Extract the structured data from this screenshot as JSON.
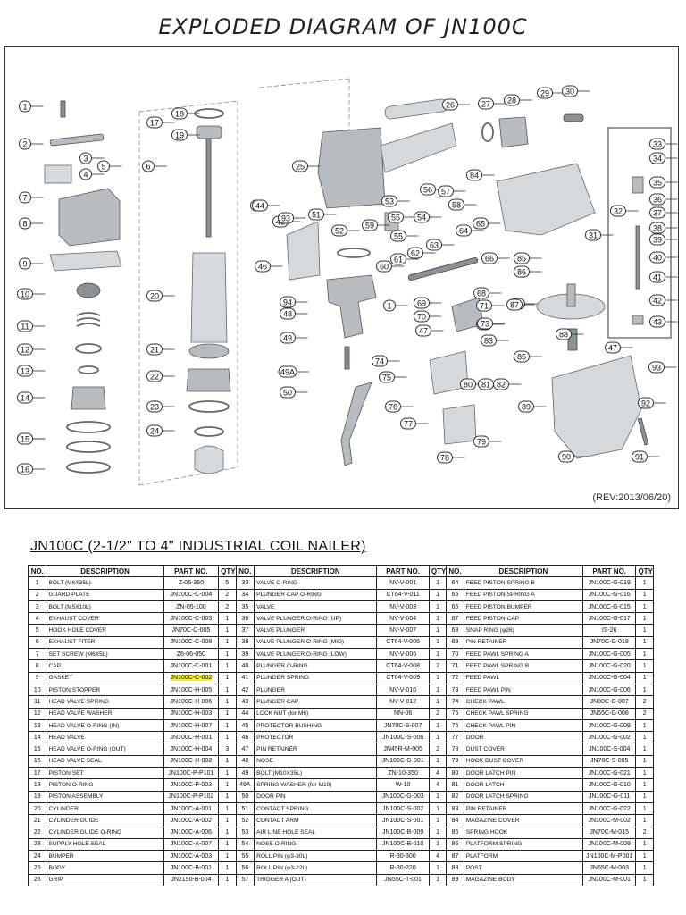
{
  "title": "EXPLODED DIAGRAM OF JN100C",
  "diagram": {
    "revision": "(REV:2013/06/20)",
    "callouts": [
      "1",
      "2",
      "3",
      "4",
      "5",
      "6",
      "7",
      "8",
      "9",
      "10",
      "11",
      "12",
      "13",
      "14",
      "15",
      "15",
      "16",
      "17",
      "18",
      "19",
      "20",
      "21",
      "22",
      "23",
      "24",
      "25",
      "26",
      "27",
      "28",
      "29",
      "30",
      "31",
      "32",
      "33",
      "34",
      "35",
      "36",
      "37",
      "38",
      "39",
      "40",
      "41",
      "42",
      "43",
      "44",
      "44",
      "45",
      "46",
      "47",
      "47",
      "48",
      "49",
      "49A",
      "50",
      "51",
      "52",
      "53",
      "54",
      "55",
      "55",
      "56",
      "57",
      "58",
      "59",
      "60",
      "61",
      "62",
      "63",
      "64",
      "65",
      "66",
      "67",
      "68",
      "69",
      "70",
      "71",
      "72",
      "73",
      "74",
      "75",
      "76",
      "77",
      "78",
      "79",
      "80",
      "81",
      "82",
      "83",
      "84",
      "85",
      "85",
      "86",
      "87",
      "88",
      "89",
      "90",
      "91",
      "92",
      "93",
      "93",
      "94",
      "1"
    ]
  },
  "table": {
    "heading": "JN100C (2-1/2\" TO 4\" INDUSTRIAL COIL NAILER)",
    "headers": [
      "NO.",
      "DESCRIPTION",
      "PART NO.",
      "QTY"
    ],
    "rows": [
      [
        [
          "1",
          "BOLT (M6X35L)",
          "Z-06-350",
          "5"
        ],
        [
          "33",
          "VALVE O-RING",
          "NV-V-001",
          "1"
        ],
        [
          "64",
          "FEED PISTON SPRING B",
          "JN100C-G-019",
          "1"
        ]
      ],
      [
        [
          "2",
          "GUARD PLATE",
          "JN100C-C-004",
          "2"
        ],
        [
          "34",
          "PLUNGER CAP O-RING",
          "CT64-V-011",
          "1"
        ],
        [
          "65",
          "FEED PISTON SPRING A",
          "JN100C-G-016",
          "1"
        ]
      ],
      [
        [
          "3",
          "BOLT (M5X10L)",
          "ZN-05-100",
          "2"
        ],
        [
          "35",
          "VALVE",
          "NV-V-003",
          "1"
        ],
        [
          "66",
          "FEED PISTON BUMPER",
          "JN100C-G-015",
          "1"
        ]
      ],
      [
        [
          "4",
          "EXHAUST COVER",
          "JN100C-C-003",
          "1"
        ],
        [
          "36",
          "VALVE PLUNGER O-RING (UP)",
          "NV-V-004",
          "1"
        ],
        [
          "67",
          "FEED PISTON CAP",
          "JN100C-G-017",
          "1"
        ]
      ],
      [
        [
          "5",
          "HOOK HOLE COVER",
          "JN70C-C-005",
          "1"
        ],
        [
          "37",
          "VALVE PLUNGER",
          "NV-V-007",
          "1"
        ],
        [
          "68",
          "SNAP RING (φ26)",
          "IS-26",
          "1"
        ]
      ],
      [
        [
          "6",
          "EXHAUST FITER",
          "JN100C-C-008",
          "1"
        ],
        [
          "38",
          "VALVE PLUNGER O-RING (MID)",
          "CT64-V-005",
          "1"
        ],
        [
          "69",
          "PIN RETAINER",
          "JN70C-G-018",
          "1"
        ]
      ],
      [
        [
          "7",
          "SET SCREW (M6X5L)",
          "Z6-06-050",
          "1"
        ],
        [
          "39",
          "VALVE PLUNGER O-RING (LOW)",
          "NV-V-006",
          "1"
        ],
        [
          "70",
          "FEED PAWL SPRING A",
          "JN100C-G-005",
          "1"
        ]
      ],
      [
        [
          "8",
          "CAP",
          "JN100C-C-001",
          "1"
        ],
        [
          "40",
          "PLUNGER O-RING",
          "CT64-V-008",
          "2"
        ],
        [
          "71",
          "FEED PAWL SPRING B",
          "JN100C-G-020",
          "1"
        ]
      ],
      [
        [
          "9",
          "GASKET",
          "JN100C-C-002",
          "1"
        ],
        [
          "41",
          "PLUNGER SPRING",
          "CT64-V-009",
          "1"
        ],
        [
          "72",
          "FEED PAWL",
          "JN100C-G-004",
          "1"
        ]
      ],
      [
        [
          "10",
          "PISTON STOPPER",
          "JN100C-H-005",
          "1"
        ],
        [
          "42",
          "PLUNGER",
          "NV-V-010",
          "1"
        ],
        [
          "73",
          "FEED PAWL PIN",
          "JN100C-G-006",
          "1"
        ]
      ],
      [
        [
          "11",
          "HEAD VALVE SPRING",
          "JN100C-H-006",
          "1"
        ],
        [
          "43",
          "PLUNGER CAP",
          "NV-V-012",
          "1"
        ],
        [
          "74",
          "CHECK PAWL",
          "JN80C-G-007",
          "2"
        ]
      ],
      [
        [
          "12",
          "HEAD VALVE WASHER",
          "JN100C-H-003",
          "1"
        ],
        [
          "44",
          "LOCK NUT (for M6)",
          "NN-06",
          "2"
        ],
        [
          "75",
          "CHECK PAWL SPRING",
          "JN55C-G-008",
          "2"
        ]
      ],
      [
        [
          "13",
          "HEAD VALVE O-RING (IN)",
          "JN100C-H-007",
          "1"
        ],
        [
          "45",
          "PROTECTOR BUSHING",
          "JN70C-S-007",
          "1"
        ],
        [
          "76",
          "CHECK PAWL PIN",
          "JN100C-G-009",
          "1"
        ]
      ],
      [
        [
          "14",
          "HEAD VALVE",
          "JN100C-H-001",
          "1"
        ],
        [
          "46",
          "PROTECTOR",
          "JN100C-S-006",
          "1"
        ],
        [
          "77",
          "DOOR",
          "JN100C-G-002",
          "1"
        ]
      ],
      [
        [
          "15",
          "HEAD VALVE O-RING (OUT)",
          "JN100C-H-004",
          "3"
        ],
        [
          "47",
          "PIN RETAINER",
          "JN45R-M-005",
          "2"
        ],
        [
          "78",
          "DUST COVER",
          "JN100C-S-004",
          "1"
        ]
      ],
      [
        [
          "16",
          "HEAD VALVE SEAL",
          "JN100C-H-002",
          "1"
        ],
        [
          "48",
          "NOSE",
          "JN100C-G-001",
          "1"
        ],
        [
          "79",
          "HOOK DUST COVER",
          "JN70C-S-005",
          "1"
        ]
      ],
      [
        [
          "17",
          "PISTON SET",
          "JN100C-P-P101",
          "1"
        ],
        [
          "49",
          "BOLT (M10X35L)",
          "ZN-10-350",
          "4"
        ],
        [
          "80",
          "DOOR LATCH PIN",
          "JN100C-G-021",
          "1"
        ]
      ],
      [
        [
          "18",
          "PISTON O-RING",
          "JN100C-P-003",
          "1"
        ],
        [
          "49A",
          "SPRING WASHER (for M10)",
          "W-10",
          "4"
        ],
        [
          "81",
          "DOOR LATCH",
          "JN100C-G-010",
          "1"
        ]
      ],
      [
        [
          "19",
          "PISTON ASSEMBLY",
          "JN100C-P-P102",
          "1"
        ],
        [
          "50",
          "DOOR PIN",
          "JN100C-G-003",
          "1"
        ],
        [
          "82",
          "DOOR LATCH SPRING",
          "JN100C-G-011",
          "1"
        ]
      ],
      [
        [
          "20",
          "CYLINDER",
          "JN100C-A-001",
          "1"
        ],
        [
          "51",
          "CONTACT SPRING",
          "JN100C-S-002",
          "1"
        ],
        [
          "83",
          "PIN RETAINER",
          "JN100C-G-022",
          "1"
        ]
      ],
      [
        [
          "21",
          "CYLINDER GUIDE",
          "JN100C-A-002",
          "1"
        ],
        [
          "52",
          "CONTACT ARM",
          "JN100C-S-001",
          "1"
        ],
        [
          "84",
          "MAGAZINE COVER",
          "JN100C-M-002",
          "1"
        ]
      ],
      [
        [
          "22",
          "CYLINDER GUIDE O-RING",
          "JN100C-A-006",
          "1"
        ],
        [
          "53",
          "AIR LINE HOLE SEAL",
          "JN100C-B-009",
          "1"
        ],
        [
          "85",
          "SPRING HOOK",
          "JN70C-M-015",
          "2"
        ]
      ],
      [
        [
          "23",
          "SUPPLY HOLE SEAL",
          "JN100C-A-007",
          "1"
        ],
        [
          "54",
          "NOSE O-RING",
          "JN100C-B-010",
          "1"
        ],
        [
          "86",
          "PLATFORM SPRING",
          "JN100C-M-009",
          "1"
        ]
      ],
      [
        [
          "24",
          "BUMPER",
          "JN100C-A-003",
          "1"
        ],
        [
          "55",
          "ROLL PIN (φ3-30L)",
          "R-30-300",
          "4"
        ],
        [
          "87",
          "PLATFORM",
          "JN100C-M-P001",
          "1"
        ]
      ],
      [
        [
          "25",
          "BODY",
          "JN100C-B-001",
          "1"
        ],
        [
          "56",
          "ROLL PIN (φ3-22L)",
          "R-30-220",
          "1"
        ],
        [
          "88",
          "POST",
          "JN55C-M-003",
          "1"
        ]
      ],
      [
        [
          "26",
          "GRIP",
          "JN2190-B-004",
          "1"
        ],
        [
          "57",
          "TRIGGER A (OUT)",
          "JN55C-T-001",
          "1"
        ],
        [
          "89",
          "MAGAZINE BODY",
          "JN100C-M-001",
          "1"
        ]
      ]
    ],
    "highlighted_cell": "JN100C-C-002"
  }
}
